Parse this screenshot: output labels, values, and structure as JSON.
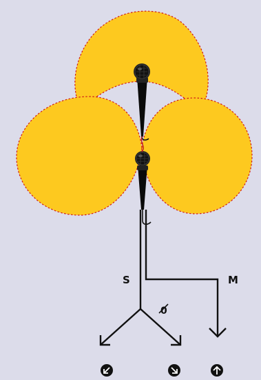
{
  "labels": {
    "side": "S",
    "mid": "M",
    "phase": "0"
  },
  "colors": {
    "background": "#dcdcea",
    "pattern_fill": "#fdc91f",
    "pattern_outline": "#d01818",
    "line": "#111111",
    "mic_body": "#0a0a0a",
    "mic_grille": "#222222"
  },
  "icons": [
    "arrow-down-left-icon",
    "arrow-down-right-icon",
    "arrow-up-icon"
  ]
}
